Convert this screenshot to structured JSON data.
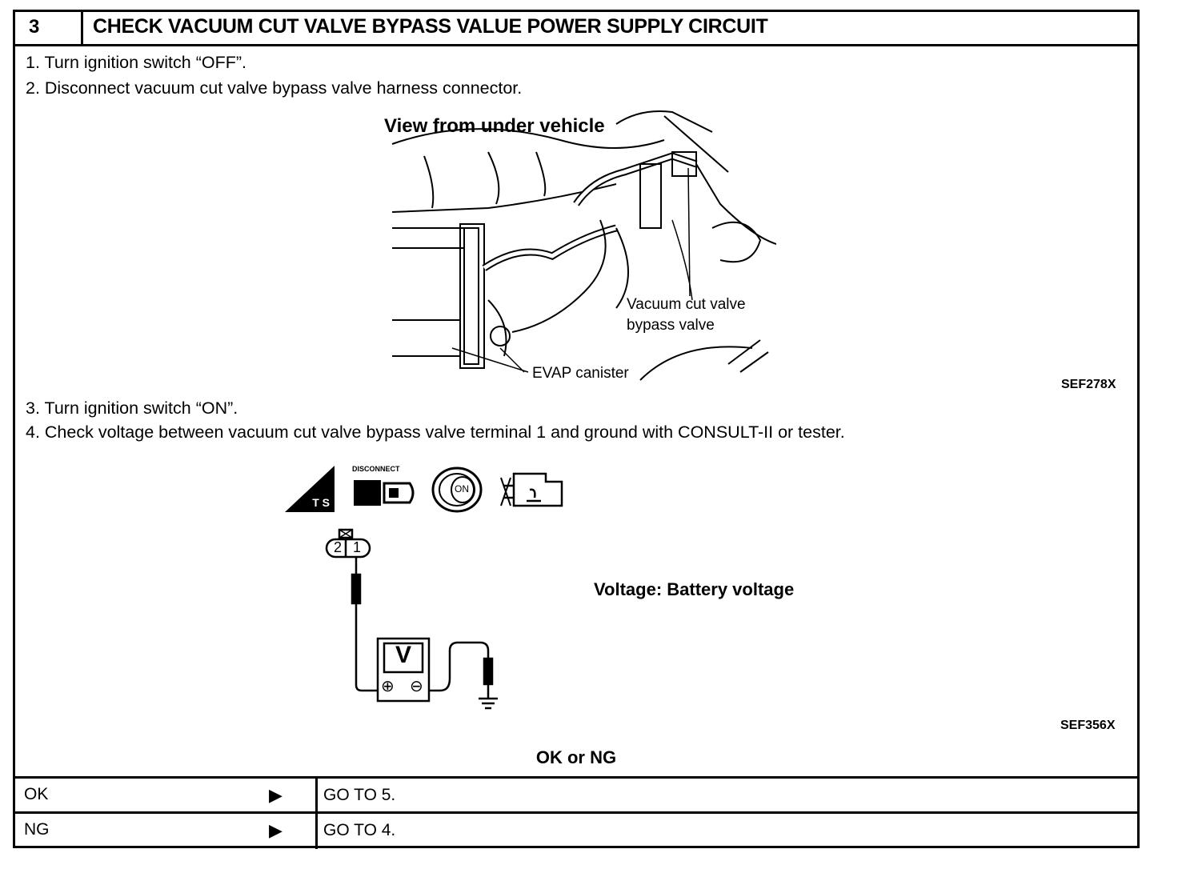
{
  "header": {
    "step_number": "3",
    "title": "CHECK VACUUM CUT VALVE BYPASS VALUE POWER SUPPLY CIRCUIT"
  },
  "steps": [
    "1.  Turn ignition switch “OFF”.",
    "2.  Disconnect vacuum cut valve bypass valve harness connector.",
    "3.  Turn ignition switch “ON”.",
    "4.  Check voltage between vacuum cut valve bypass valve terminal 1 and ground with CONSULT-II or tester."
  ],
  "figure1": {
    "view_label": "View from under vehicle",
    "part_label_line1": "Vacuum cut valve",
    "part_label_line2": "bypass valve",
    "canister_label": "EVAP canister",
    "ref_code": "SEF278X"
  },
  "figure2": {
    "icon_ts_label": "T S",
    "icon_disconnect_label": "DISCONNECT",
    "icon_on_label": "ON",
    "terminal_2": "2",
    "terminal_1": "1",
    "meter_label": "V",
    "voltage_spec": "Voltage: Battery voltage",
    "ref_code": "SEF356X"
  },
  "result": {
    "heading": "OK or NG",
    "rows": [
      {
        "key": "OK",
        "arrow": "▶",
        "action": "GO TO 5."
      },
      {
        "key": "NG",
        "arrow": "▶",
        "action": "GO TO 4."
      }
    ]
  }
}
